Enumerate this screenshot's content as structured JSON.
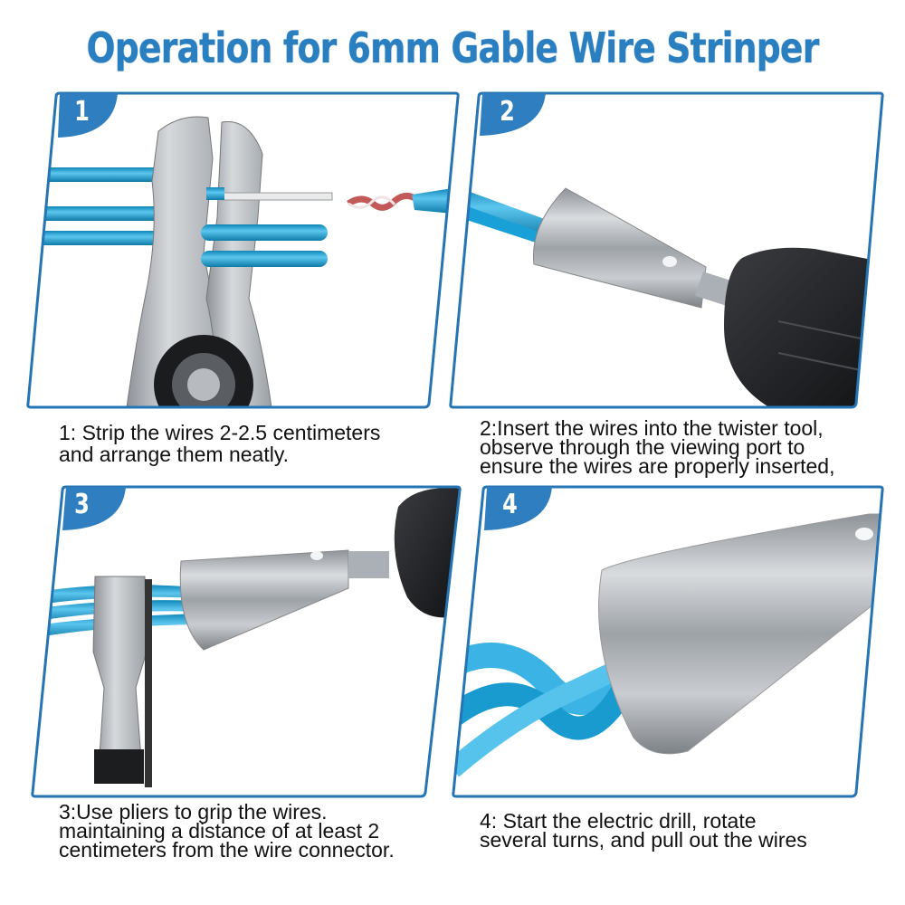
{
  "title": "Operation for 6mm Gable Wire Strinper",
  "colors": {
    "title_blue": "#2a7fc1",
    "frame_blue": "#2574b3",
    "badge_blue": "#2f7fc0",
    "wire_blue": "#1aa3d6",
    "metal_gray": "#a8adb2",
    "drill_black": "#1c1d20",
    "caption_text": "#111111"
  },
  "steps": [
    {
      "number": "1",
      "caption": "1: Strip the wires 2-2.5 centimeters\nand arrange them neatly.",
      "illustration": "wire-stripper-pliers-stripping-blue-wires"
    },
    {
      "number": "2",
      "caption": "2:Insert the wires into the twister tool,\nobserve through the viewing port to\nensure the wires are properly inserted,",
      "illustration": "twister-cone-on-drill-with-wires-inserted"
    },
    {
      "number": "3",
      "caption": "3:Use pliers to grip the wires.\nmaintaining a distance of at least 2\ncentimeters from the wire connector.",
      "illustration": "pliers-gripping-wires-at-twister-cone"
    },
    {
      "number": "4",
      "caption": "4: Start the electric drill, rotate\nseveral turns, and pull out the wires",
      "illustration": "twisted-wires-exiting-twister-cone"
    }
  ]
}
